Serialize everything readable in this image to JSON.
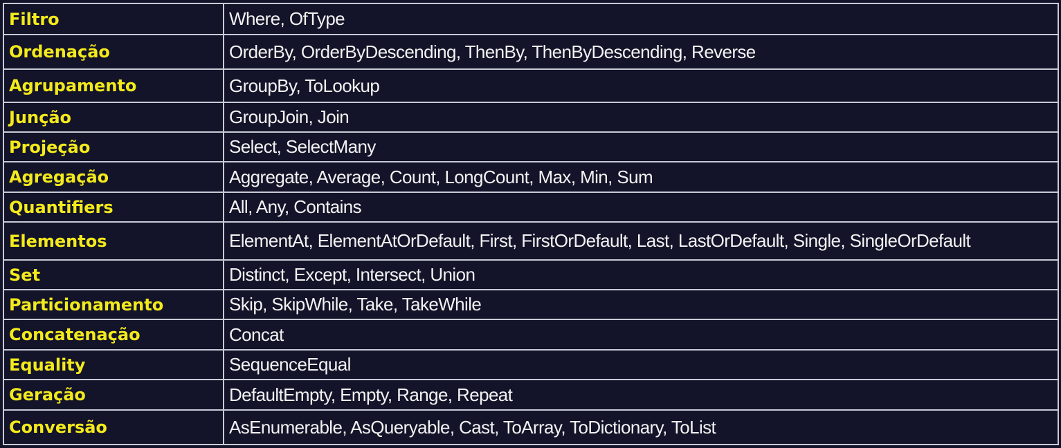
{
  "colors": {
    "background": "#131329",
    "category_text": "#f3ea1c",
    "operator_text": "#f2f2f2",
    "grid_lines": "#c9cbd6"
  },
  "rows": [
    {
      "category": "Filtro",
      "operators": "Where, OfType"
    },
    {
      "category": "Ordenação",
      "operators": "OrderBy, OrderByDescending, ThenBy, ThenByDescending, Reverse"
    },
    {
      "category": "Agrupamento",
      "operators": "GroupBy, ToLookup"
    },
    {
      "category": "Junção",
      "operators": "GroupJoin, Join"
    },
    {
      "category": "Projeção",
      "operators": "Select, SelectMany"
    },
    {
      "category": "Agregação",
      "operators": "Aggregate, Average, Count, LongCount, Max, Min, Sum"
    },
    {
      "category": "Quantifiers",
      "operators": "All, Any, Contains"
    },
    {
      "category": "Elementos",
      "operators": "ElementAt, ElementAtOrDefault, First, FirstOrDefault, Last, LastOrDefault, Single, SingleOrDefault"
    },
    {
      "category": "Set",
      "operators": "Distinct, Except, Intersect, Union"
    },
    {
      "category": "Particionamento",
      "operators": "Skip, SkipWhile, Take, TakeWhile"
    },
    {
      "category": "Concatenação",
      "operators": "Concat"
    },
    {
      "category": "Equality",
      "operators": "SequenceEqual"
    },
    {
      "category": "Geração",
      "operators": "DefaultEmpty, Empty, Range, Repeat"
    },
    {
      "category": "Conversão",
      "operators": "AsEnumerable, AsQueryable, Cast, ToArray, ToDictionary, ToList"
    }
  ]
}
